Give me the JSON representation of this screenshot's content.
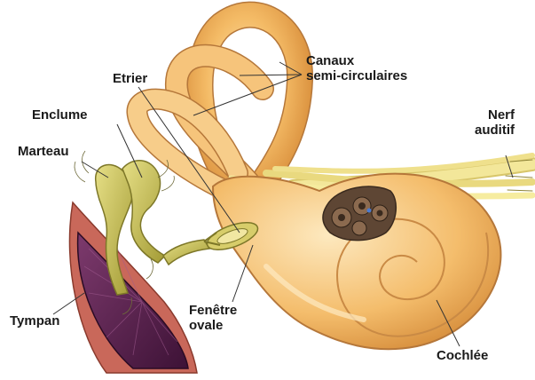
{
  "labels": {
    "etrier": "Etrier",
    "enclume": "Enclume",
    "marteau": "Marteau",
    "tympan": "Tympan",
    "canaux_line1": "Canaux",
    "canaux_line2": "semi-circulaires",
    "nerf_line1": "Nerf",
    "nerf_line2": "auditif",
    "fenetre_line1": "Fenêtre",
    "fenetre_line2": "ovale",
    "cochlee": "Cochlée"
  },
  "colors": {
    "labyrinth": "#f2b45c",
    "labyrinth_light": "#f9d79a",
    "labyrinth_outline": "#b5773a",
    "ossicles": "#c9c054",
    "ossicles_outline": "#7d7728",
    "eardrum": "#5a1f4f",
    "eardrum_rim": "#b0523f",
    "nerve": "#f3e79a",
    "cochlea_section": "#5e4634"
  }
}
